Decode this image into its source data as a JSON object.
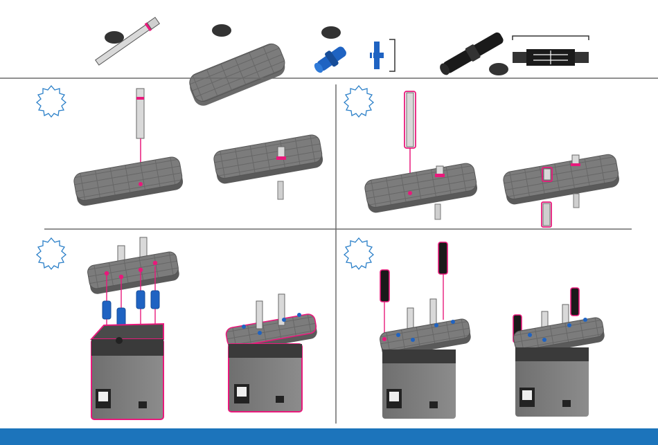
{
  "document": {
    "type": "assembly-instructions",
    "parts_count": 4,
    "steps_count": 4,
    "steps": [
      {
        "label": "",
        "parts_used": [
          "shaft",
          "beam-plate"
        ]
      },
      {
        "label": "",
        "parts_used": [
          "shaft",
          "beam-plate"
        ]
      },
      {
        "label": "",
        "parts_used": [
          "connector-pin-blue",
          "beam-plate",
          "smart-motor"
        ]
      },
      {
        "label": "",
        "parts_used": [
          "connector-pin-black",
          "beam-plate",
          "smart-motor"
        ]
      }
    ],
    "parts": [
      {
        "name": "shaft",
        "quantity_label": ""
      },
      {
        "name": "beam-plate",
        "quantity_label": ""
      },
      {
        "name": "connector-pin-blue",
        "quantity_label": ""
      },
      {
        "name": "connector-pin-black",
        "quantity_label": ""
      }
    ]
  },
  "colors": {
    "highlight": "#e8197b",
    "plate": "#7c7c7c",
    "plate_dark": "#5a5a5a",
    "blue_part": "#1f63c2",
    "black_part": "#1a1a1a",
    "footer": "#1c74bb",
    "step_burst": "#2a7fc8",
    "divider": "#6b6b6b"
  },
  "icons": [
    "step-burst-icon",
    "quantity-badge-icon",
    "bracket-icon"
  ]
}
